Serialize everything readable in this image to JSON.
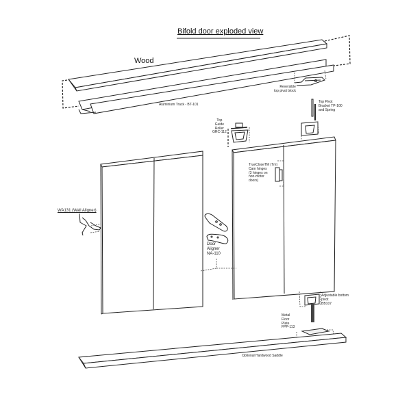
{
  "diagram": {
    "title": "Bifold door exploded view",
    "labels": {
      "wood": "Wood",
      "aluminium_track": "Aluminium Track - BT-101",
      "reversible_pivot": "Reversible\ntop pivot block",
      "top_pivot_bracket": "Top Pivot\nBracket TP-100\nand Spring",
      "top_guide_roller": "Top\nGuide\nRoller\nGRC-112",
      "trueclose_hinges": "TrueCloseTM (Tm)\nCam hinges\n(3 hinges on\nnon-motor\ndoors)",
      "wall_aligner": "WA131 (Wall Aligner)",
      "door_aligner": "Door\nAligner\nNA-110",
      "adjustable_bottom_pivot": "Adjustable bottom\npivot\nBB107",
      "metal_floor_plate": "Metal\nFloor\nPlate\nFPP-113",
      "hardwood_saddle": "Optional Hardwood Saddle"
    },
    "components": [
      "wood-header",
      "aluminium-track",
      "reversible-top-pivot-block",
      "top-pivot-bracket",
      "top-guide-roller",
      "left-door-pair",
      "right-door-pair",
      "trueclose-cam-hinges",
      "wall-aligner",
      "door-aligner",
      "adjustable-bottom-pivot",
      "metal-floor-plate",
      "hardwood-saddle"
    ],
    "colors": {
      "line": "#222222",
      "background": "#ffffff"
    }
  }
}
